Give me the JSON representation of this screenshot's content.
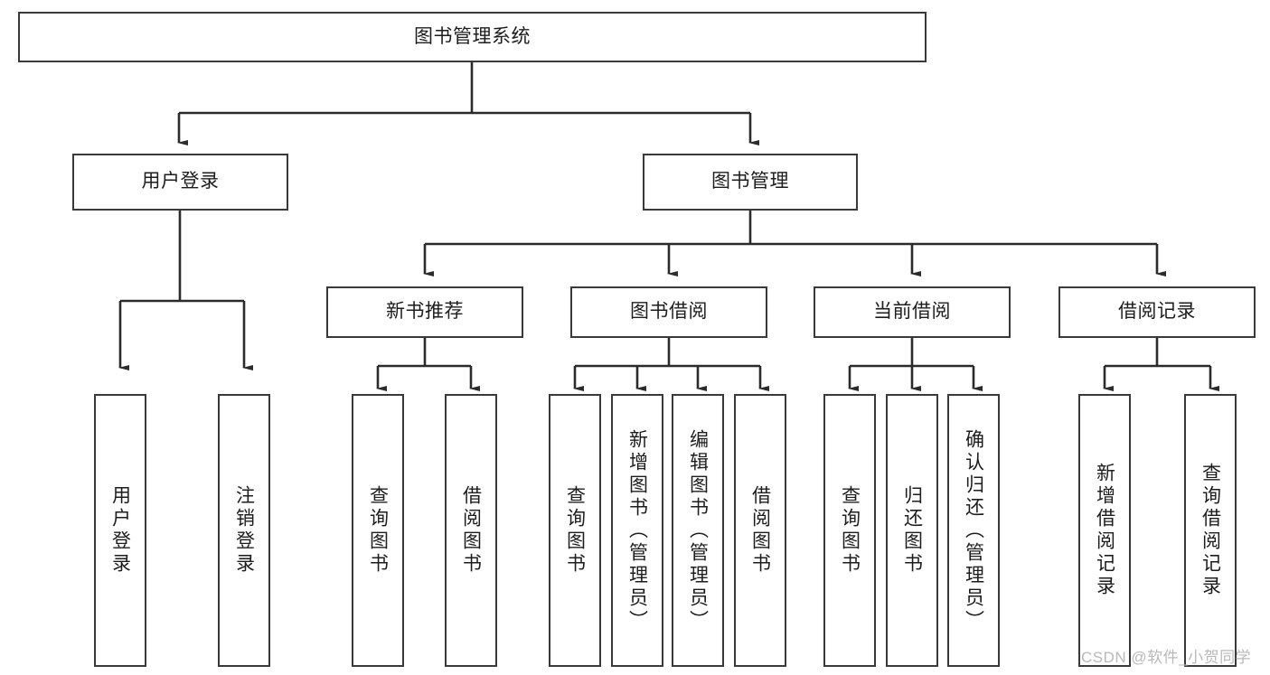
{
  "diagram": {
    "title_node": {
      "label": "图书管理系统"
    },
    "level1": [
      {
        "id": "user-login",
        "label": "用户登录"
      },
      {
        "id": "book-management",
        "label": "图书管理"
      }
    ],
    "level2": [
      {
        "id": "new-book-recommend",
        "label": "新书推荐"
      },
      {
        "id": "book-borrow",
        "label": "图书借阅"
      },
      {
        "id": "current-borrow",
        "label": "当前借阅"
      },
      {
        "id": "borrow-record",
        "label": "借阅记录"
      }
    ],
    "leaves": [
      {
        "id": "leaf-user-login",
        "label": "用户登录"
      },
      {
        "id": "leaf-logout-login",
        "label": "注销登录"
      },
      {
        "id": "leaf-query-book-1",
        "label": "查询图书"
      },
      {
        "id": "leaf-borrow-book-1",
        "label": "借阅图书"
      },
      {
        "id": "leaf-query-book-2",
        "label": "查询图书"
      },
      {
        "id": "leaf-add-book",
        "label": "新增图书（管理员）"
      },
      {
        "id": "leaf-edit-book",
        "label": "编辑图书（管理员）"
      },
      {
        "id": "leaf-borrow-book-2",
        "label": "借阅图书"
      },
      {
        "id": "leaf-query-book-3",
        "label": "查询图书"
      },
      {
        "id": "leaf-return-book",
        "label": "归还图书"
      },
      {
        "id": "leaf-confirm-return",
        "label": "确认归还（管理员）"
      },
      {
        "id": "leaf-add-record",
        "label": "新增借阅记录"
      },
      {
        "id": "leaf-query-record",
        "label": "查询借阅记录"
      }
    ]
  },
  "watermark": {
    "text": "CSDN @软件_小贺同学"
  },
  "colors": {
    "border": "#3a3a3a",
    "text": "#1d1d1d",
    "background": "#ffffff",
    "watermark": "#b9b9b9"
  }
}
